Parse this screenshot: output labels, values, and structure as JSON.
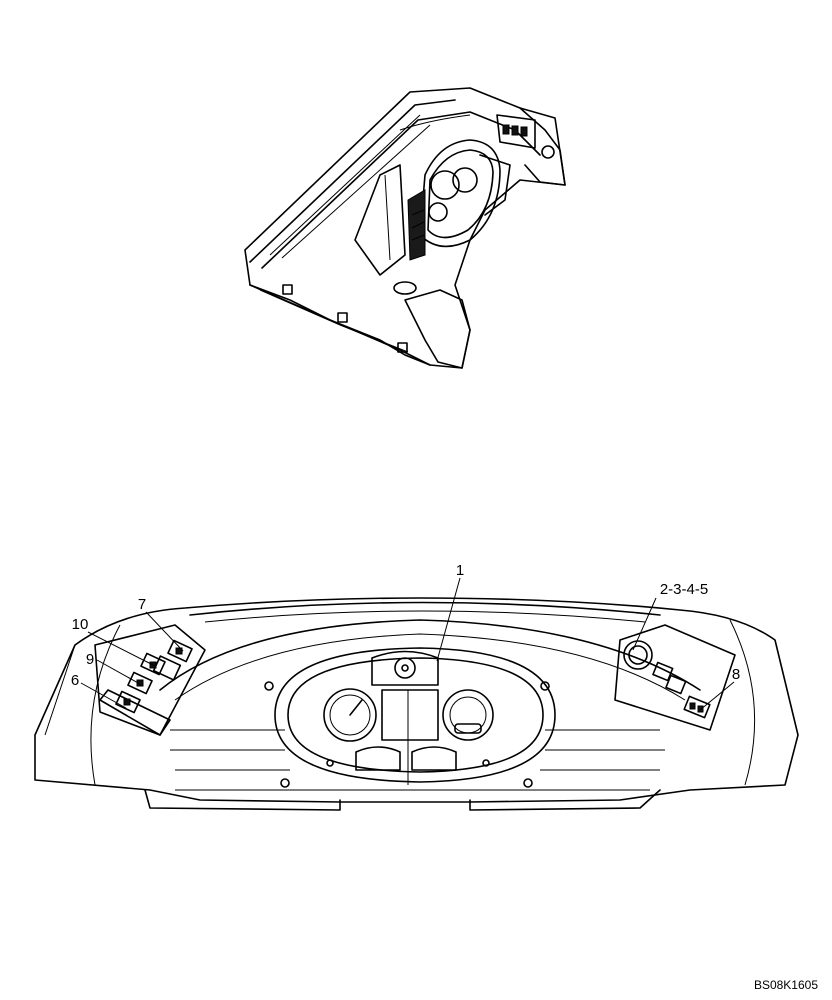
{
  "callouts": {
    "c1": "1",
    "c2345": "2-3-4-5",
    "c6": "6",
    "c7": "7",
    "c8": "8",
    "c9": "9",
    "c10": "10"
  },
  "reference_code": "BS08K1605"
}
